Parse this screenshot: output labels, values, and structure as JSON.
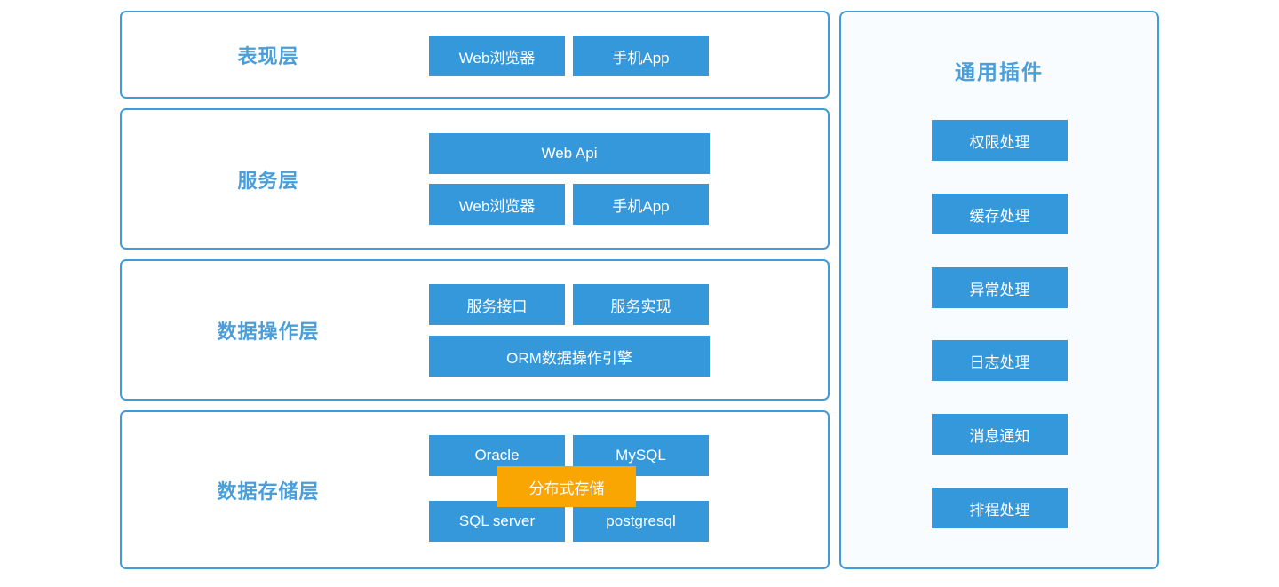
{
  "colors": {
    "node_blue": "#3598db",
    "border_blue": "#3e9cdb",
    "title_blue": "#4a9eda",
    "accent_orange": "#f9a602",
    "panel_background": "#f8fcff",
    "node_text": "#ffffff"
  },
  "layers": [
    {
      "title": "表现层",
      "buttons": [
        {
          "label": "Web浏览器"
        },
        {
          "label": "手机App"
        }
      ]
    },
    {
      "title": "服务层",
      "buttons": [
        {
          "label": "Web Api"
        },
        {
          "label": "Web浏览器"
        },
        {
          "label": "手机App"
        }
      ]
    },
    {
      "title": "数据操作层",
      "buttons": [
        {
          "label": "服务接口"
        },
        {
          "label": "服务实现"
        },
        {
          "label": "ORM数据操作引擎"
        }
      ]
    },
    {
      "title": "数据存储层",
      "buttons": [
        {
          "label": "Oracle"
        },
        {
          "label": "MySQL"
        },
        {
          "label": "SQL server"
        },
        {
          "label": "postgresql"
        }
      ],
      "overlay": {
        "label": "分布式存储"
      }
    }
  ],
  "plugins": {
    "title": "通用插件",
    "items": [
      "权限处理",
      "缓存处理",
      "异常处理",
      "日志处理",
      "消息通知",
      "排程处理"
    ]
  }
}
